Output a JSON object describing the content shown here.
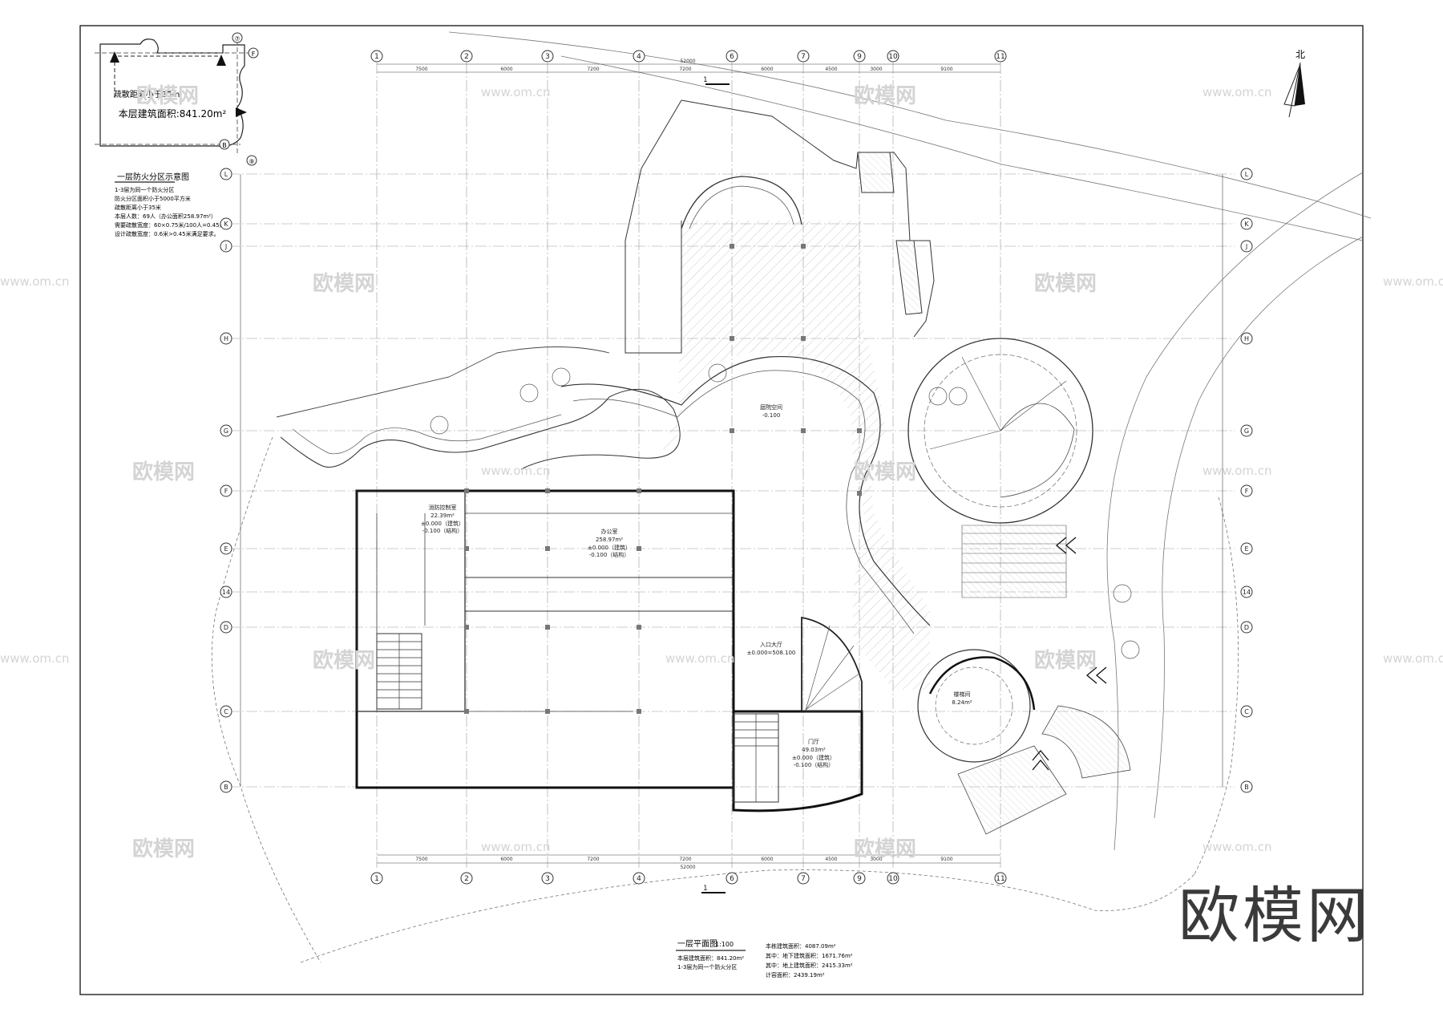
{
  "fire_zone_diagram": {
    "distance_label": "疏散距离小于35m",
    "area_label": "本层建筑面积:841.20m²",
    "grid_labels": [
      "⑦",
      "F",
      "⑨",
      "B"
    ],
    "title": "一层防火分区示意图",
    "notes": [
      "1-3层为同一个防火分区",
      "防火分区面积小于5000平方米",
      "疏散距离小于35米",
      "本层人数：69人（办公面积258.97m²）",
      "需要疏散宽度：60×0.75米/100人=0.45米",
      "设计疏散宽度：0.6米>0.45米满足要求。"
    ]
  },
  "north_arrow": {
    "label": "北"
  },
  "grid": {
    "columns": [
      "1",
      "2",
      "3",
      "4",
      "6",
      "7",
      "9",
      "10",
      "11"
    ],
    "rows": [
      "L",
      "K",
      "J",
      "H",
      "G",
      "F",
      "E",
      "14",
      "D",
      "C",
      "B"
    ],
    "column_dims": [
      "7500",
      "6000",
      "7200",
      "7200",
      "6000",
      "4500",
      "3000",
      "9100"
    ],
    "total_dim": "52000"
  },
  "rooms": [
    {
      "name": "办公室",
      "area": "258.97m²",
      "level": "±0.000（建筑）",
      "level2": "-0.100（结构）"
    },
    {
      "name": "门厅",
      "area": "49.03m²",
      "level": "±0.000（建筑）",
      "level2": "-0.100（结构）"
    },
    {
      "name": "消防控制室",
      "area": "22.39m²",
      "level": "±0.000（建筑）",
      "level2": "-0.100（结构）"
    },
    {
      "name": "入口大厅",
      "level": "±0.000=508.100"
    },
    {
      "name": "庭院空间",
      "level": "-0.100"
    },
    {
      "name": "楼梯间",
      "area": "8.24m²"
    }
  ],
  "watermarks": {
    "brand": "欧模网",
    "url": "www.om.cn"
  },
  "plan_title": {
    "name": "一层平面图",
    "scale": "1:100",
    "area_line": "本层建筑面积：841.20m²",
    "zone_line": "1-3层为同一个防火分区"
  },
  "area_stats": [
    "本栋建筑面积：4087.09m²",
    "其中：地下建筑面积：1671.76m²",
    "其中：地上建筑面积：2415.33m²",
    "计容面积：2439.19m²"
  ],
  "section_marks": [
    "1",
    "1"
  ]
}
